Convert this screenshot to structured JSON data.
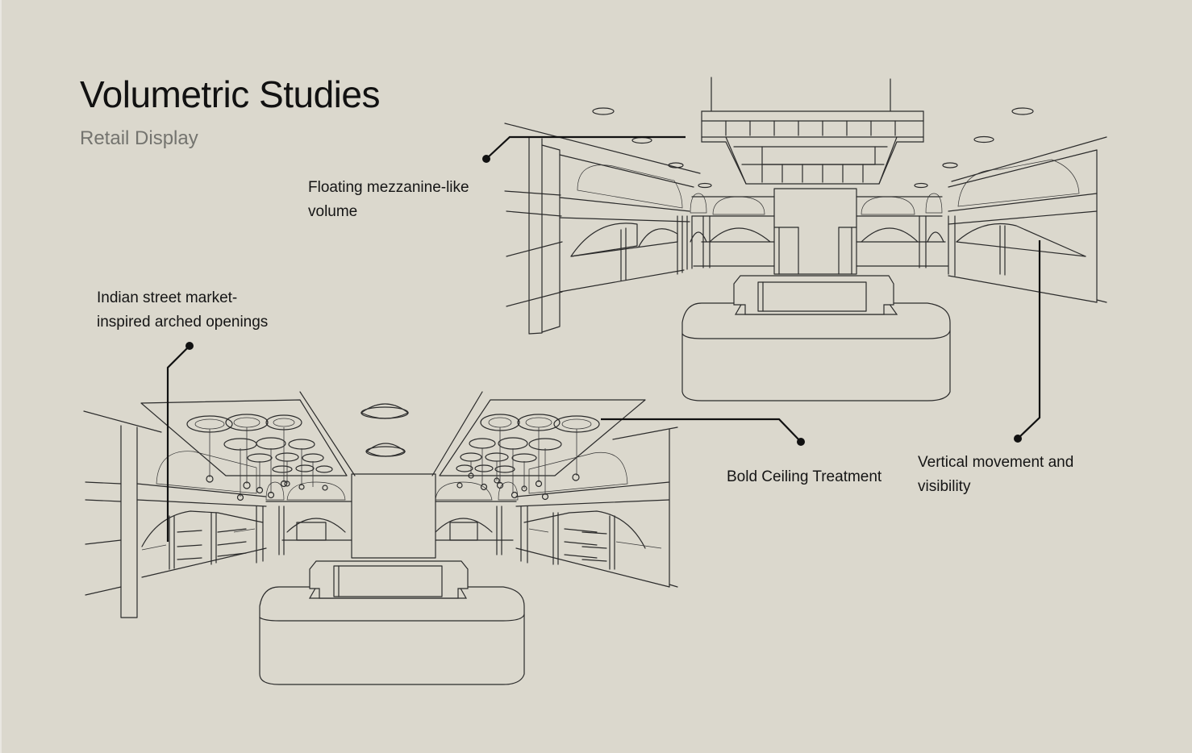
{
  "page": {
    "title": "Volumetric Studies",
    "subtitle": "Retail Display"
  },
  "annotations": {
    "mezzanine": [
      "Floating mezzanine-like",
      "volume"
    ],
    "arched_openings": [
      "Indian street market-",
      "inspired arched openings"
    ],
    "ceiling": [
      "Bold Ceiling Treatment"
    ],
    "vertical": [
      "Vertical movement and",
      "visibility"
    ]
  },
  "colors": {
    "background": "#dbd8cd",
    "ink": "#2b2b2b",
    "subtitle": "#74746f"
  }
}
